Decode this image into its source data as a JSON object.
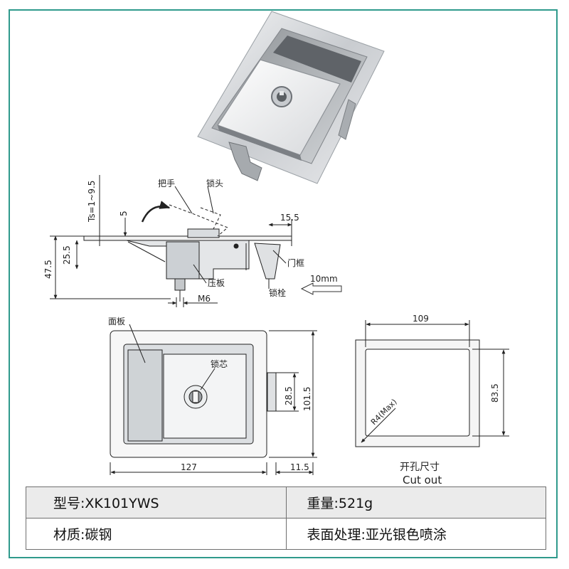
{
  "spec": {
    "model_label": "型号:",
    "model_value": "XK101YWS",
    "weight_label": "重量:",
    "weight_value": "521g",
    "material_label": "材质:",
    "material_value": "碳钢",
    "finish_label": "表面处理:",
    "finish_value": "亚光银色喷涂"
  },
  "side_view": {
    "label_handle": "把手",
    "label_lock_head": "锁头",
    "label_door_frame": "门框",
    "label_pressure_plate": "压板",
    "label_bolt": "锁栓",
    "dim_ts": "Ts=1~9.5",
    "dim_5": "5",
    "dim_25_5": "25.5",
    "dim_47_5": "47.5",
    "dim_15_5": "15.5",
    "dim_m6": "M6",
    "dim_10mm": "10mm"
  },
  "front_view": {
    "label_panel": "面板",
    "label_lock_core": "锁芯",
    "dim_127": "127",
    "dim_11_5": "11.5",
    "dim_28_5": "28.5",
    "dim_101_5": "101.5"
  },
  "cutout": {
    "dim_109": "109",
    "dim_83_5": "83.5",
    "radius": "R4(Max)",
    "title_cn": "开孔尺寸",
    "title_en": "Cut out"
  },
  "colors": {
    "frame": "#2f9a8c",
    "row_shade": "#ebebeb"
  }
}
